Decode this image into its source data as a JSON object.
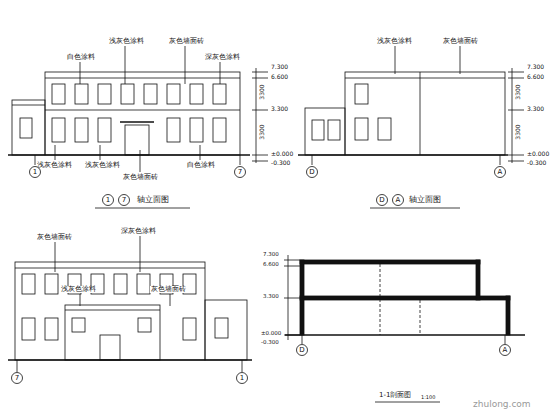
{
  "diagram": {
    "nodes": [
      {
        "text": [
          "1"
        ]
      },
      {
        "text": [
          "7"
        ]
      },
      {
        "text": [
          "D"
        ]
      },
      {
        "text": [
          "A"
        ]
      },
      {
        "text": [
          "7"
        ]
      },
      {
        "text": [
          "1"
        ]
      },
      {
        "text": [
          "D"
        ]
      },
      {
        "text": [
          "A"
        ]
      },
      {
        "text": [
          "1"
        ]
      },
      {
        "text": [
          "7"
        ]
      },
      {
        "text": [
          "D"
        ]
      },
      {
        "text": [
          "A"
        ]
      }
    ],
    "labels": [
      "白色涂料",
      "浅灰色涂料",
      "灰色墙面砖",
      "深灰色涂料",
      "浅灰色涂料",
      "浅灰色涂料",
      "灰色墙面砖",
      "白色涂料",
      "7.300",
      "6.600",
      "3.300",
      "±0.000",
      "-0.300",
      "3300",
      "3300",
      "浅灰色涂料",
      "灰色墙面砖",
      "7.300",
      "6.600",
      "3.300",
      "±0.000",
      "-0.300",
      "3300",
      "3300",
      "灰色墙面砖",
      "深灰色涂料",
      "浅灰色涂料",
      "灰色墙面砖",
      "7.300",
      "6.600",
      "3.300",
      "±0.000",
      "-0.300",
      "轴立面图",
      "轴立面图",
      "1-1剖面图",
      "1:100",
      "zhulong.com"
    ]
  }
}
